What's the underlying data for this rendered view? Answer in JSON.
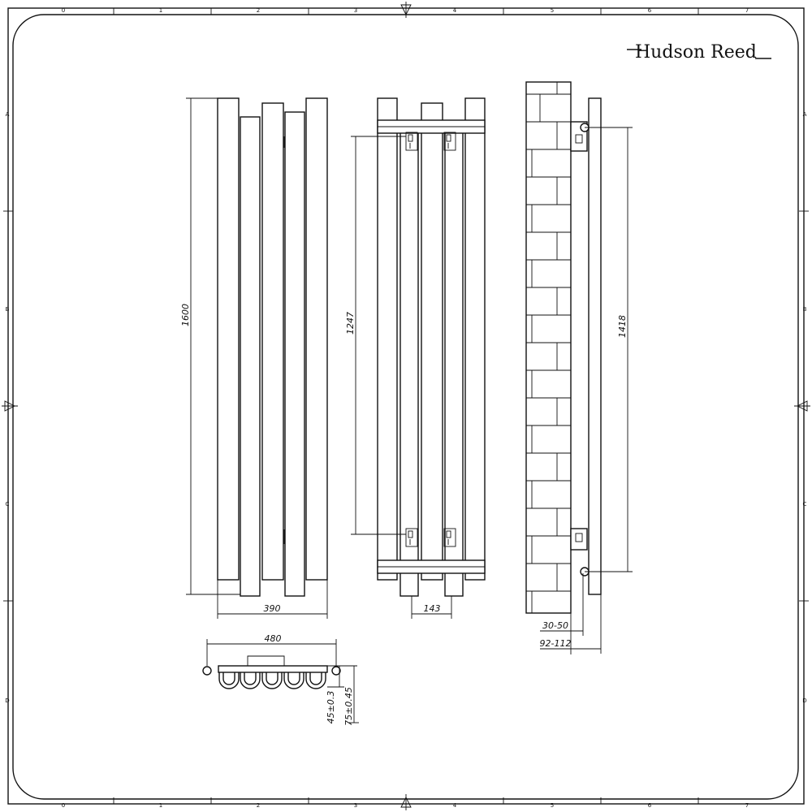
{
  "brand": {
    "name": "Hudson Reed"
  },
  "border": {
    "columns": [
      "0",
      "1",
      "2",
      "3",
      "4",
      "5",
      "6",
      "7"
    ],
    "rows": [
      "A",
      "B",
      "C",
      "D"
    ]
  },
  "dimensions": {
    "front_height": "1600",
    "front_width": "390",
    "rear_bracket_height": "1247",
    "rear_bracket_width": "143",
    "side_bracket_height": "1418",
    "side_wall_gap": "30-50",
    "side_depth": "92-112",
    "top_width": "480",
    "top_offset_small": "45±0.3",
    "top_offset_large": "75±0.45"
  }
}
